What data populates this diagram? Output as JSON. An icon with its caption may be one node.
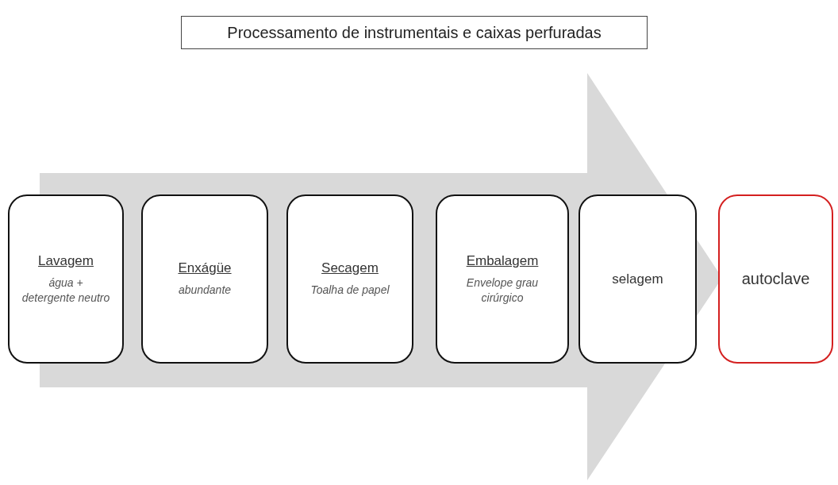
{
  "diagram": {
    "title": "Processamento de instrumentais e caixas perfuradas",
    "nodes": [
      {
        "text": [
          "Lavagem",
          "água + detergente neutro"
        ]
      },
      {
        "text": [
          "Enxágüe",
          "abundante"
        ]
      },
      {
        "text": [
          "Secagem",
          "Toalha de papel"
        ]
      },
      {
        "text": [
          "Embalagem",
          "Envelope grau cirúrgico"
        ]
      },
      {
        "text": [
          "selagem"
        ]
      },
      {
        "text": [
          "autoclave"
        ]
      }
    ],
    "edges": [
      {
        "from": 0,
        "to": 5,
        "arrow": "to"
      }
    ]
  }
}
